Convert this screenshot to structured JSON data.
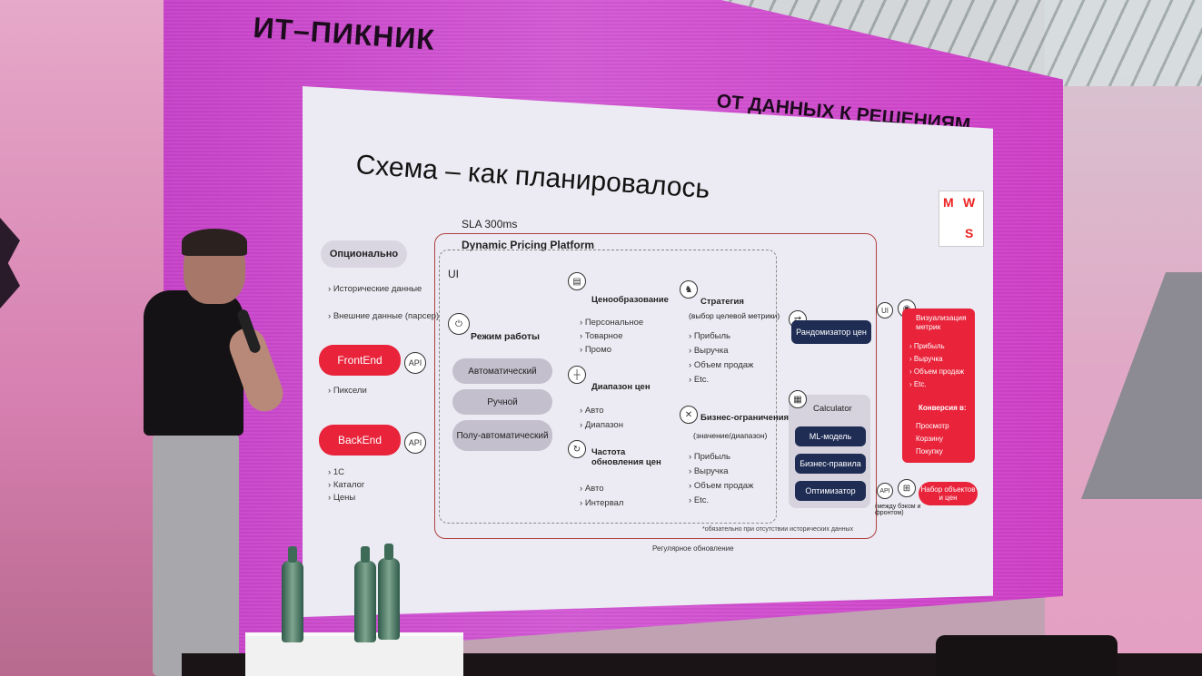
{
  "event_logo": "ИТ–ПИКНИК",
  "tagline": "ОТ ДАННЫХ К РЕШЕНИЯМ",
  "slide": {
    "title": "Схема – как планировалось",
    "brand": {
      "m": "M",
      "w": "W",
      "s": "S"
    },
    "sla": "SLA 300ms",
    "platform_title": "Dynamic Pricing Platform",
    "ui_label": "UI",
    "left": {
      "optional": "Опционально",
      "optional_items": [
        "Исторические данные",
        "Внешние данные (парсер)"
      ],
      "frontend": "FrontEnd",
      "frontend_items": [
        "Пиксели"
      ],
      "backend": "BackEnd",
      "backend_items": [
        "1С",
        "Каталог",
        "Цены"
      ],
      "api": "API"
    },
    "mode": {
      "title": "Режим работы",
      "options": [
        "Автоматический",
        "Ручной",
        "Полу-автоматический"
      ]
    },
    "pricing": {
      "title": "Ценообразование",
      "items": [
        "Персональное",
        "Товарное",
        "Промо"
      ]
    },
    "range": {
      "title": "Диапазон цен",
      "items": [
        "Авто",
        "Диапазон"
      ]
    },
    "frequency": {
      "title": "Частота обновления цен",
      "items": [
        "Авто",
        "Интервал"
      ]
    },
    "strategy": {
      "title": "Стратегия",
      "subtitle": "(выбор целевой метрики)",
      "items": [
        "Прибыль",
        "Выручка",
        "Объем продаж",
        "Etc."
      ]
    },
    "constraints": {
      "title": "Бизнес-ограничения",
      "subtitle": "(значение/диапазон)",
      "items": [
        "Прибыль",
        "Выручка",
        "Объем продаж",
        "Etc."
      ]
    },
    "randomizer": "Рандомизатор цен",
    "calculator": {
      "title": "Calculator",
      "items": [
        "ML-модель",
        "Бизнес-правила",
        "Оптимизатор"
      ]
    },
    "visualization": {
      "title": "Визуализация метрик",
      "items": [
        "Прибыль",
        "Выручка",
        "Объем продаж",
        "Etc."
      ],
      "conversion_title": "Конверсия в:",
      "conversion_items": [
        "Просмотр",
        "Корзину",
        "Покупку"
      ]
    },
    "objects": "Набор объектов и цен",
    "api_note": "(между бэком и фронтом)",
    "footnote": "*обязательно при отсутствии исторических данных",
    "regular_update": "Регулярное обновление"
  }
}
